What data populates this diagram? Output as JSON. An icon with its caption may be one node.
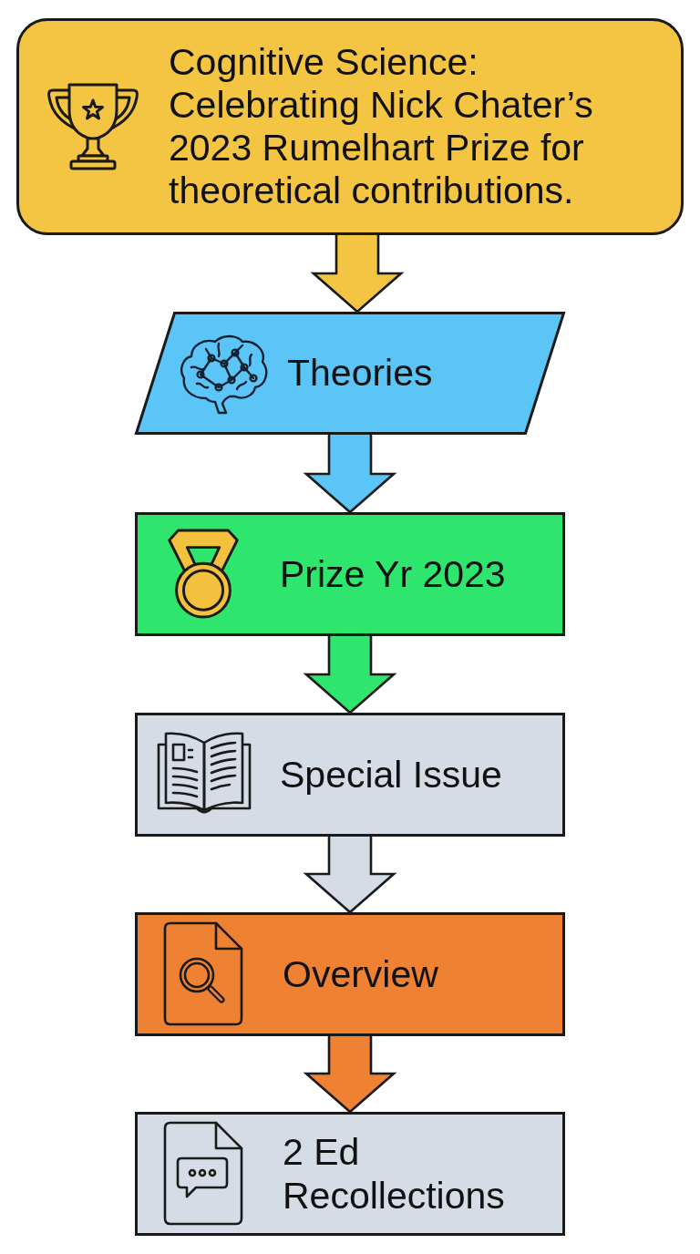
{
  "diagram": {
    "nodes": [
      {
        "text": [
          "Cognitive Science: Celebrating Nick Chater’s 2023 Rumelhart Prize for theoretical contributions."
        ]
      },
      {
        "text": [
          "Theories"
        ]
      },
      {
        "text": [
          "Prize Yr 2023"
        ]
      },
      {
        "text": [
          "Special Issue"
        ]
      },
      {
        "text": [
          "Overview"
        ]
      },
      {
        "text": [
          "2 Ed Recollections"
        ]
      }
    ],
    "edges": [
      {
        "from": 0,
        "to": 1,
        "arrow": "to",
        "color": "#f4c542"
      },
      {
        "from": 1,
        "to": 2,
        "arrow": "to",
        "color": "#5bc5f7"
      },
      {
        "from": 2,
        "to": 3,
        "arrow": "to",
        "color": "#2ee66e"
      },
      {
        "from": 3,
        "to": 4,
        "arrow": "to",
        "color": "#d6dce5"
      },
      {
        "from": 4,
        "to": 5,
        "arrow": "to",
        "color": "#ee8232"
      }
    ]
  }
}
